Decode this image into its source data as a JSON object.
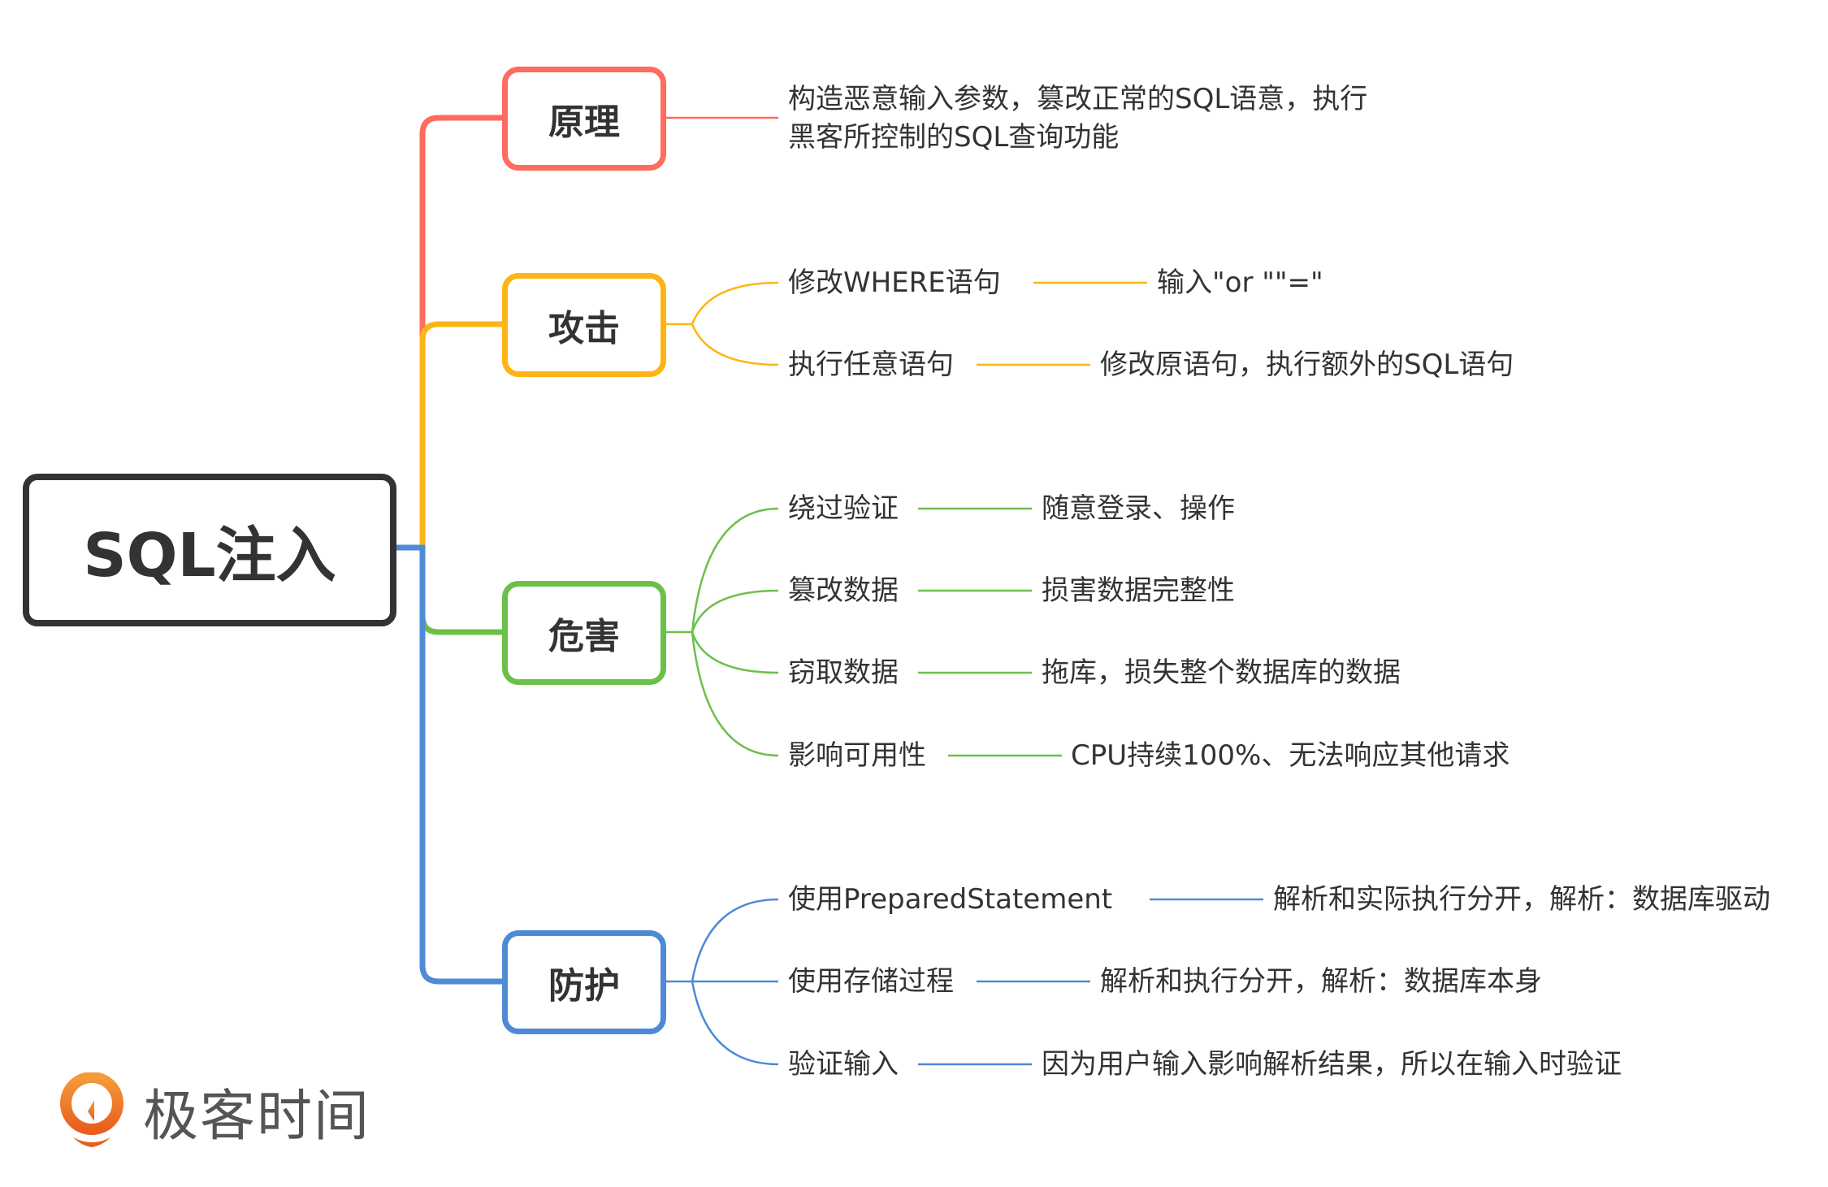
{
  "root": {
    "label": "SQL注入",
    "color": "#333333"
  },
  "branches": [
    {
      "label": "原理",
      "color": "#FF6B5E",
      "children": [
        {
          "label": "构造恶意输入参数，篡改正常的SQL语意，执行",
          "label2": "黑客所控制的SQL查询功能"
        }
      ]
    },
    {
      "label": "攻击",
      "color": "#FDB515",
      "children": [
        {
          "label": "修改WHERE语句",
          "detail": "输入\"or \"\"=\""
        },
        {
          "label": "执行任意语句",
          "detail": "修改原语句，执行额外的SQL语句"
        }
      ]
    },
    {
      "label": "危害",
      "color": "#6CC04A",
      "children": [
        {
          "label": "绕过验证",
          "detail": "随意登录、操作"
        },
        {
          "label": "篡改数据",
          "detail": "损害数据完整性"
        },
        {
          "label": "窃取数据",
          "detail": "拖库，损失整个数据库的数据"
        },
        {
          "label": "影响可用性",
          "detail": "CPU持续100%、无法响应其他请求"
        }
      ]
    },
    {
      "label": "防护",
      "color": "#4E8AD6",
      "children": [
        {
          "label": "使用PreparedStatement",
          "detail": "解析和实际执行分开，解析：数据库驱动"
        },
        {
          "label": "使用存储过程",
          "detail": "解析和执行分开，解析：数据库本身"
        },
        {
          "label": "验证输入",
          "detail": "因为用户输入影响解析结果，所以在输入时验证"
        }
      ]
    }
  ],
  "logo": {
    "text": "极客时间",
    "icon": "geektime-logo-icon",
    "color": "#F07022"
  }
}
